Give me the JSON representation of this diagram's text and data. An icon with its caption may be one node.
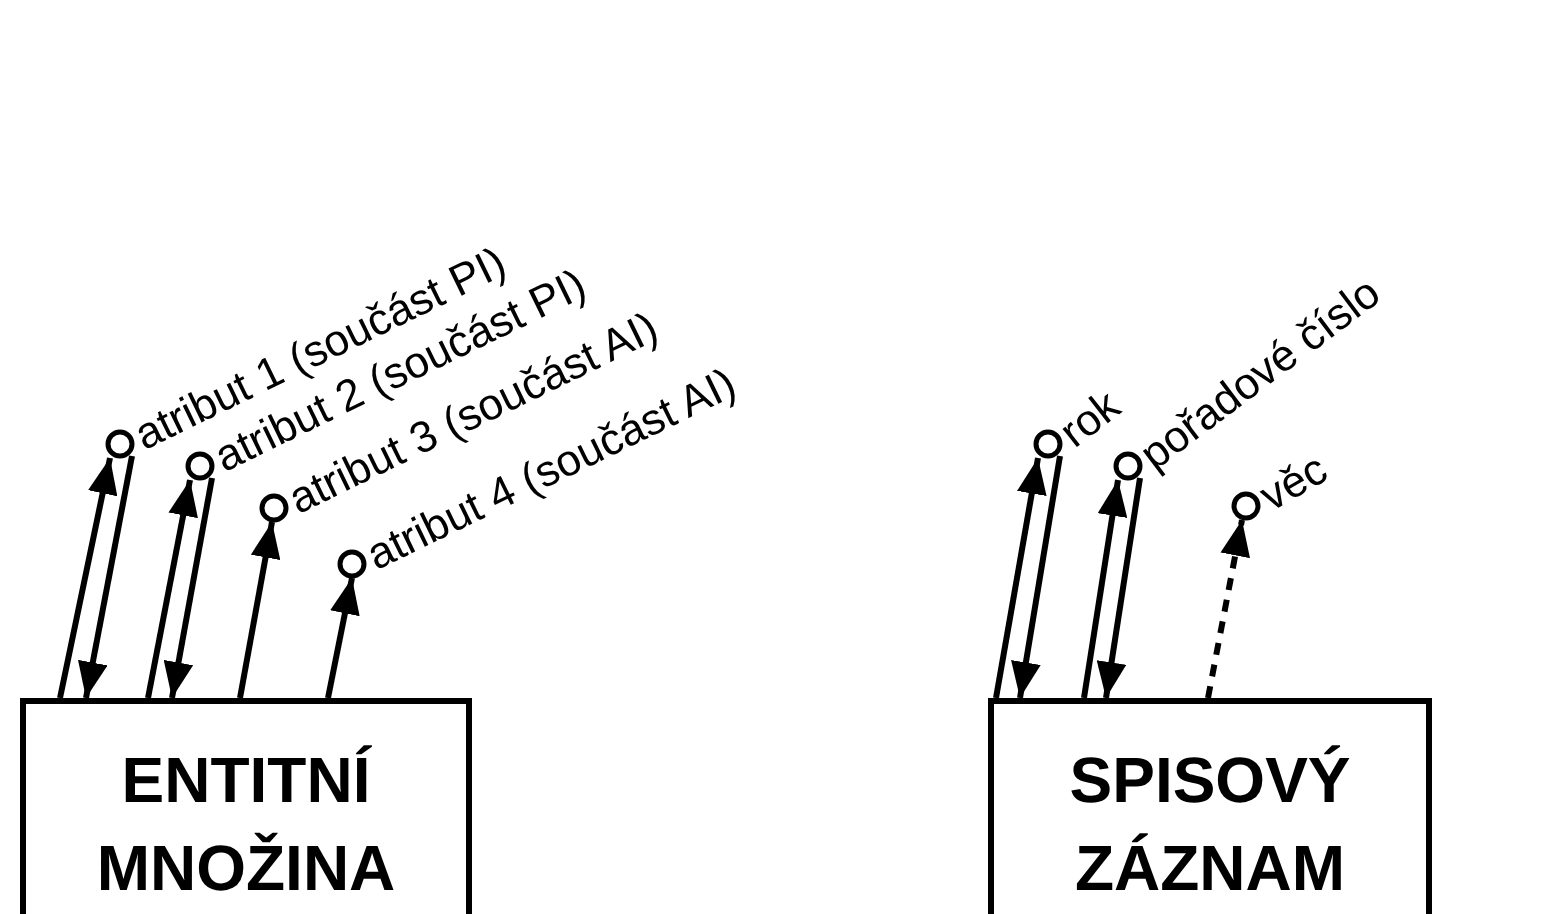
{
  "diagram": {
    "nodes": [
      {
        "text": [
          "ENTITNÍ MNOŽINA"
        ]
      },
      {
        "text": [],
        "shape": "circle",
        "beside": [
          "atribut 1 (součást PI)"
        ]
      },
      {
        "text": [],
        "shape": "circle",
        "beside": [
          "atribut 2 (součást PI)"
        ]
      },
      {
        "text": [],
        "shape": "circle",
        "beside": [
          "atribut 3 (součást AI)"
        ]
      },
      {
        "text": [],
        "shape": "circle",
        "beside": [
          "atribut 4 (součást AI)"
        ]
      },
      {
        "text": [
          "SPISOVÝ ZÁZNAM"
        ]
      },
      {
        "text": [],
        "shape": "circle",
        "beside": [
          "rok"
        ]
      },
      {
        "text": [],
        "shape": "circle",
        "beside": [
          "pořadové číslo"
        ]
      },
      {
        "text": [],
        "shape": "circle",
        "beside": [
          "věc"
        ]
      }
    ],
    "edges": [
      {
        "from": 0,
        "to": 1,
        "arrow": "to"
      },
      {
        "from": 1,
        "to": 0,
        "arrow": "to"
      },
      {
        "from": 0,
        "to": 2,
        "arrow": "to"
      },
      {
        "from": 2,
        "to": 0,
        "arrow": "to"
      },
      {
        "from": 0,
        "to": 3,
        "arrow": "to"
      },
      {
        "from": 0,
        "to": 4,
        "arrow": "to"
      },
      {
        "from": 5,
        "to": 6,
        "arrow": "to"
      },
      {
        "from": 6,
        "to": 5,
        "arrow": "to"
      },
      {
        "from": 5,
        "to": 7,
        "arrow": "to"
      },
      {
        "from": 7,
        "to": 5,
        "arrow": "to"
      },
      {
        "from": 5,
        "to": 8,
        "arrow": "to",
        "style": "dashed"
      }
    ]
  }
}
